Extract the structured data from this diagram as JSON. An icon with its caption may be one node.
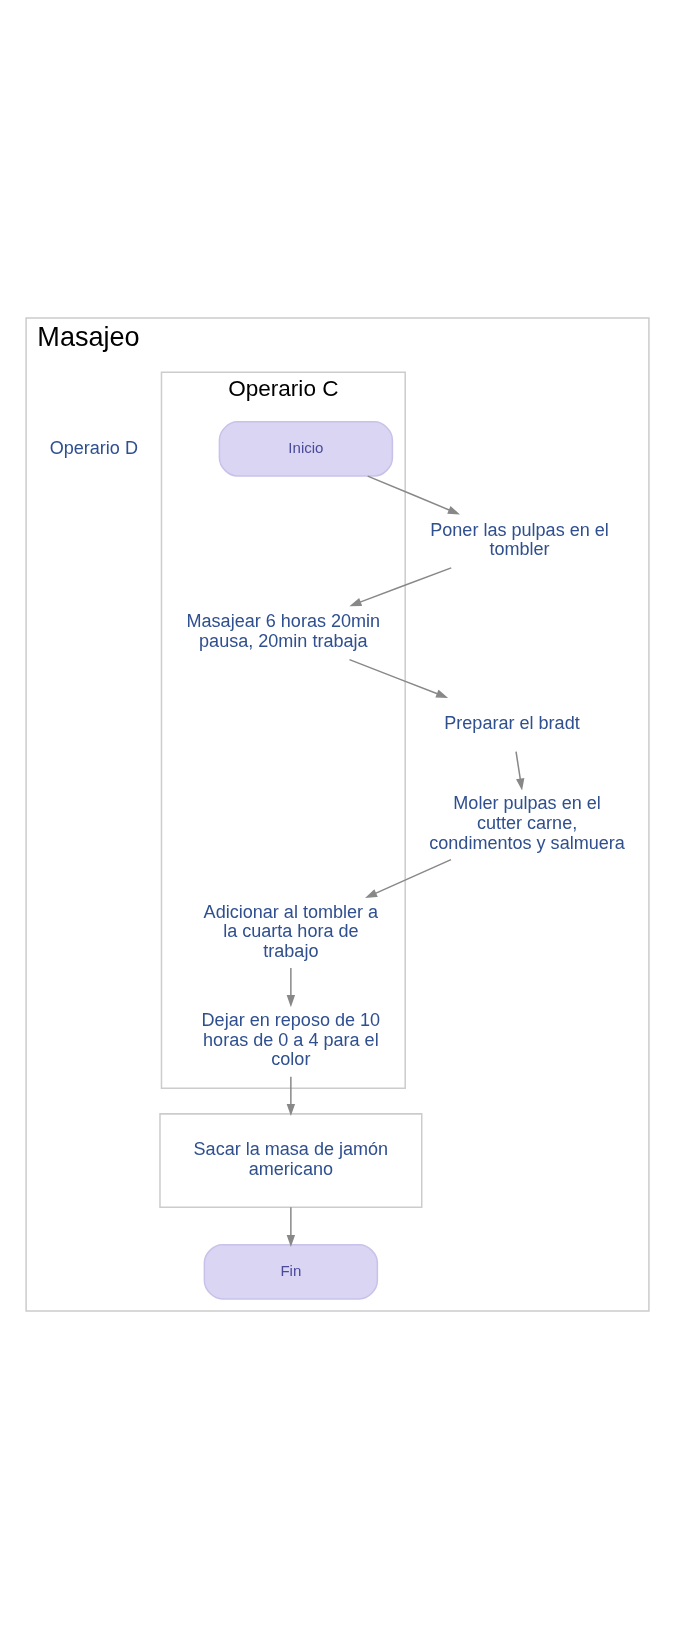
{
  "diagram": {
    "nodes": [
      {
        "text": [
          "Masajeo"
        ]
      },
      {
        "text": [
          "Operario C"
        ],
        "in": 0
      },
      {
        "text": [
          "Operario D"
        ],
        "in": 0
      },
      {
        "text": [
          "Inicio"
        ],
        "in": 1
      },
      {
        "text": [
          "Poner las pulpas en el tombler"
        ],
        "in": 0
      },
      {
        "text": [
          "Masajear 6 horas 20min pausa, 20min trabaja"
        ],
        "in": 1
      },
      {
        "text": [
          "Preparar el bradt"
        ],
        "in": 0
      },
      {
        "text": [
          "Moler pulpas en el cutter carne, condimentos y salmuera"
        ],
        "in": 0
      },
      {
        "text": [
          "Adicionar al tombler a la cuarta hora de trabajo"
        ],
        "in": 1
      },
      {
        "text": [
          "Dejar en reposo de 10 horas de 0 a 4 para el color"
        ],
        "in": 1
      },
      {
        "text": [
          "Sacar la masa de jamón americano"
        ],
        "in": 0
      },
      {
        "text": [
          "Fin"
        ],
        "in": 0
      }
    ],
    "edges": [
      {
        "from": 3,
        "to": 4,
        "arrow": "to"
      },
      {
        "from": 4,
        "to": 5,
        "arrow": "to"
      },
      {
        "from": 5,
        "to": 6,
        "arrow": "to"
      },
      {
        "from": 6,
        "to": 7,
        "arrow": "to"
      },
      {
        "from": 7,
        "to": 8,
        "arrow": "to"
      },
      {
        "from": 8,
        "to": 9,
        "arrow": "to"
      },
      {
        "from": 9,
        "to": 10,
        "arrow": "to"
      },
      {
        "from": 10,
        "to": 11,
        "arrow": "to"
      }
    ]
  }
}
